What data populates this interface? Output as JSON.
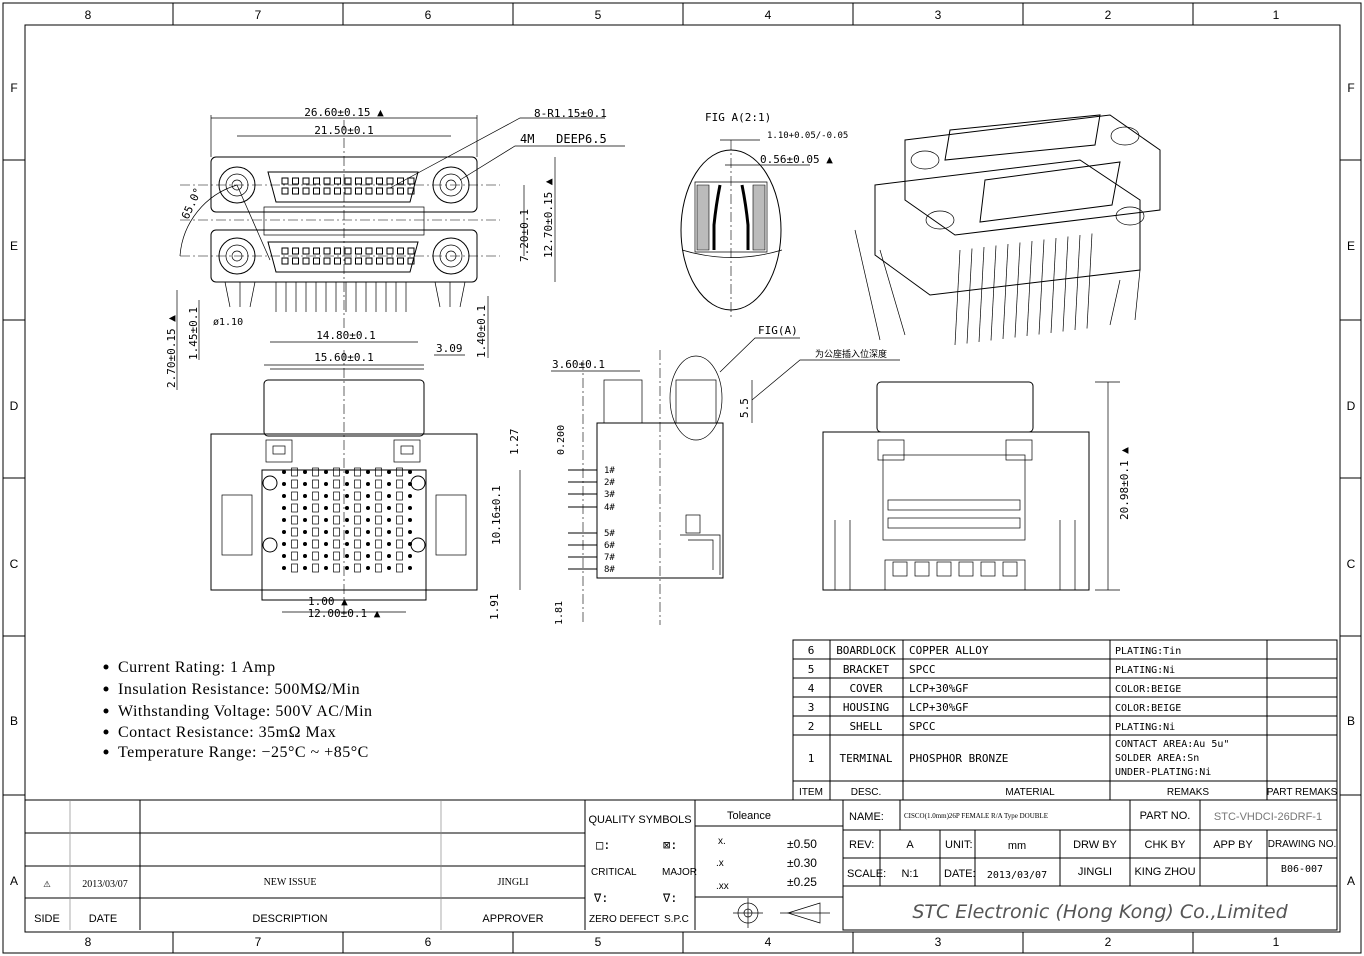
{
  "frame": {
    "columns": [
      "8",
      "7",
      "6",
      "5",
      "4",
      "3",
      "2",
      "1"
    ],
    "rows": [
      "F",
      "E",
      "D",
      "C",
      "B",
      "A"
    ]
  },
  "dimensions": {
    "overall_width": "26.60±0.15 ▲",
    "hole_pitch": "21.50±0.1",
    "radius": "8-R1.15±0.1",
    "thread": "4M   DEEP6.5",
    "angle": "65.0°",
    "row_pitch": "7.20±0.1",
    "overall_height": "12.70±0.15 ▲",
    "pin_dia": "ø1.10",
    "pin_span": "14.80±0.1",
    "lock_width": "3.09",
    "lock_len": "1.40±0.1",
    "pin_len": "1.45±0.1",
    "standoff": "2.70±0.15 ▲",
    "shell_width": "15.60±0.1",
    "dim_127": "1.27",
    "dim_1016": "10.16±0.1",
    "dim_191": "1.91",
    "pin_pitch": "1.00 ▲",
    "pin_row_span": "12.00±0.1 ▲",
    "side_width": "3.60±0.1",
    "dim_0200": "0.200",
    "dim_181": "1.81",
    "insert_depth": "5.5",
    "fig_a_ref": "FIG(A)",
    "insert_note": "为公座插入位深度",
    "fig_a_title": "FIG A(2:1)",
    "fig_a_gap": "1.10+0.05/-0.05",
    "fig_a_contact": "0.56±0.05 ▲",
    "total_height": "20.98±0.1 ▲"
  },
  "pin_labels": [
    "1#",
    "2#",
    "3#",
    "4#",
    "5#",
    "6#",
    "7#",
    "8#"
  ],
  "notes": [
    "Current Rating: 1 Amp",
    "Insulation Resistance: 500MΩ/Min",
    "Withstanding Voltage: 500V AC/Min",
    "Contact Resistance: 35mΩ Max",
    "Temperature Range: −25°C ~  +85°C"
  ],
  "bom": {
    "rows": [
      {
        "item": "6",
        "desc": "BOARDLOCK",
        "material": "COPPER ALLOY",
        "remarks": [
          "PLATING:Tin"
        ]
      },
      {
        "item": "5",
        "desc": "BRACKET",
        "material": "SPCC",
        "remarks": [
          "PLATING:Ni"
        ]
      },
      {
        "item": "4",
        "desc": "COVER",
        "material": "LCP+30%GF",
        "remarks": [
          "COLOR:BEIGE"
        ]
      },
      {
        "item": "3",
        "desc": "HOUSING",
        "material": "LCP+30%GF",
        "remarks": [
          "COLOR:BEIGE"
        ]
      },
      {
        "item": "2",
        "desc": "SHELL",
        "material": "SPCC",
        "remarks": [
          "PLATING:Ni"
        ]
      },
      {
        "item": "1",
        "desc": "TERMINAL",
        "material": "PHOSPHOR BRONZE",
        "remarks": [
          "CONTACT AREA:Au 5u\"",
          "SOLDER AREA:Sn",
          "UNDER-PLATING:Ni"
        ]
      }
    ],
    "header": {
      "item": "ITEM",
      "desc": "DESC.",
      "material": "MATERIAL",
      "remarks": "REMAKS",
      "part_remarks": "PART REMAKS"
    }
  },
  "revision": {
    "header": {
      "side": "SIDE",
      "date": "DATE",
      "description": "DESCRIPTION",
      "approver": "APPROVER"
    },
    "row": {
      "side": "⚠",
      "date": "2013/03/07",
      "description": "NEW ISSUE",
      "approver": "JINGLI"
    }
  },
  "quality": {
    "title": "QUALITY SYMBOLS",
    "critical_symbol": "□:",
    "major_symbol": "⊠:",
    "critical": "CRITICAL",
    "major": "MAJOR",
    "zero_symbol": "∇:",
    "spc_symbol": "∇:",
    "zero_defect": "ZERO DEFECT",
    "spc": "S.P.C"
  },
  "tolerance": {
    "title": "Toleance",
    "rows": [
      {
        "fmt": "x.",
        "val": "±0.50"
      },
      {
        "fmt": ".x",
        "val": "±0.30"
      },
      {
        "fmt": ".xx",
        "val": "±0.25"
      }
    ]
  },
  "title_block": {
    "name_label": "NAME:",
    "name": "CISCO(1.0mm)26P FEMALE R/A Type DOUBLE",
    "part_no_label": "PART NO.",
    "part_no": "STC-VHDCI-26DRF-1",
    "rev_label": "REV:",
    "rev": "A",
    "unit_label": "UNIT:",
    "unit": "mm",
    "drw_by_label": "DRW BY",
    "chk_by_label": "CHK BY",
    "app_by_label": "APP BY",
    "drawing_no_label": "DRAWING NO.",
    "scale_label": "SCALE:",
    "scale": "N:1",
    "date_label": "DATE:",
    "date": "2013/03/07",
    "drw_by": "JINGLI",
    "chk_by": "KING ZHOU",
    "app_by": "",
    "drawing_no": "B06-007",
    "company": "STC Electronic (Hong Kong) Co.,Limited"
  }
}
